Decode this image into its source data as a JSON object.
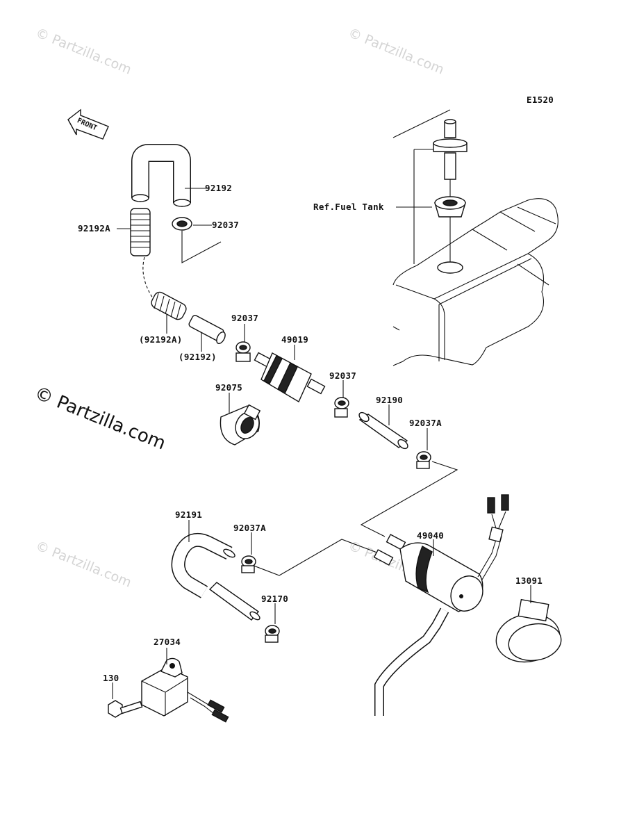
{
  "diagram_code": "E1520",
  "front_label": "FRONT",
  "ref_label": "Ref.Fuel Tank",
  "watermark": "© Partzilla.com",
  "watermark_main": "© Partzilla.com",
  "parts": {
    "p92192_top": "92192",
    "p92037_top": "92037",
    "p92192A": "92192A",
    "p92192A_paren": "(92192A)",
    "p92192_paren": "(92192)",
    "p92037_mid": "92037",
    "p49019": "49019",
    "p92037_right": "92037",
    "p92075": "92075",
    "p92190": "92190",
    "p92037A_right": "92037A",
    "p92191": "92191",
    "p92037A_left": "92037A",
    "p49040": "49040",
    "p13091": "13091",
    "p92170": "92170",
    "p27034": "27034",
    "p130": "130"
  }
}
